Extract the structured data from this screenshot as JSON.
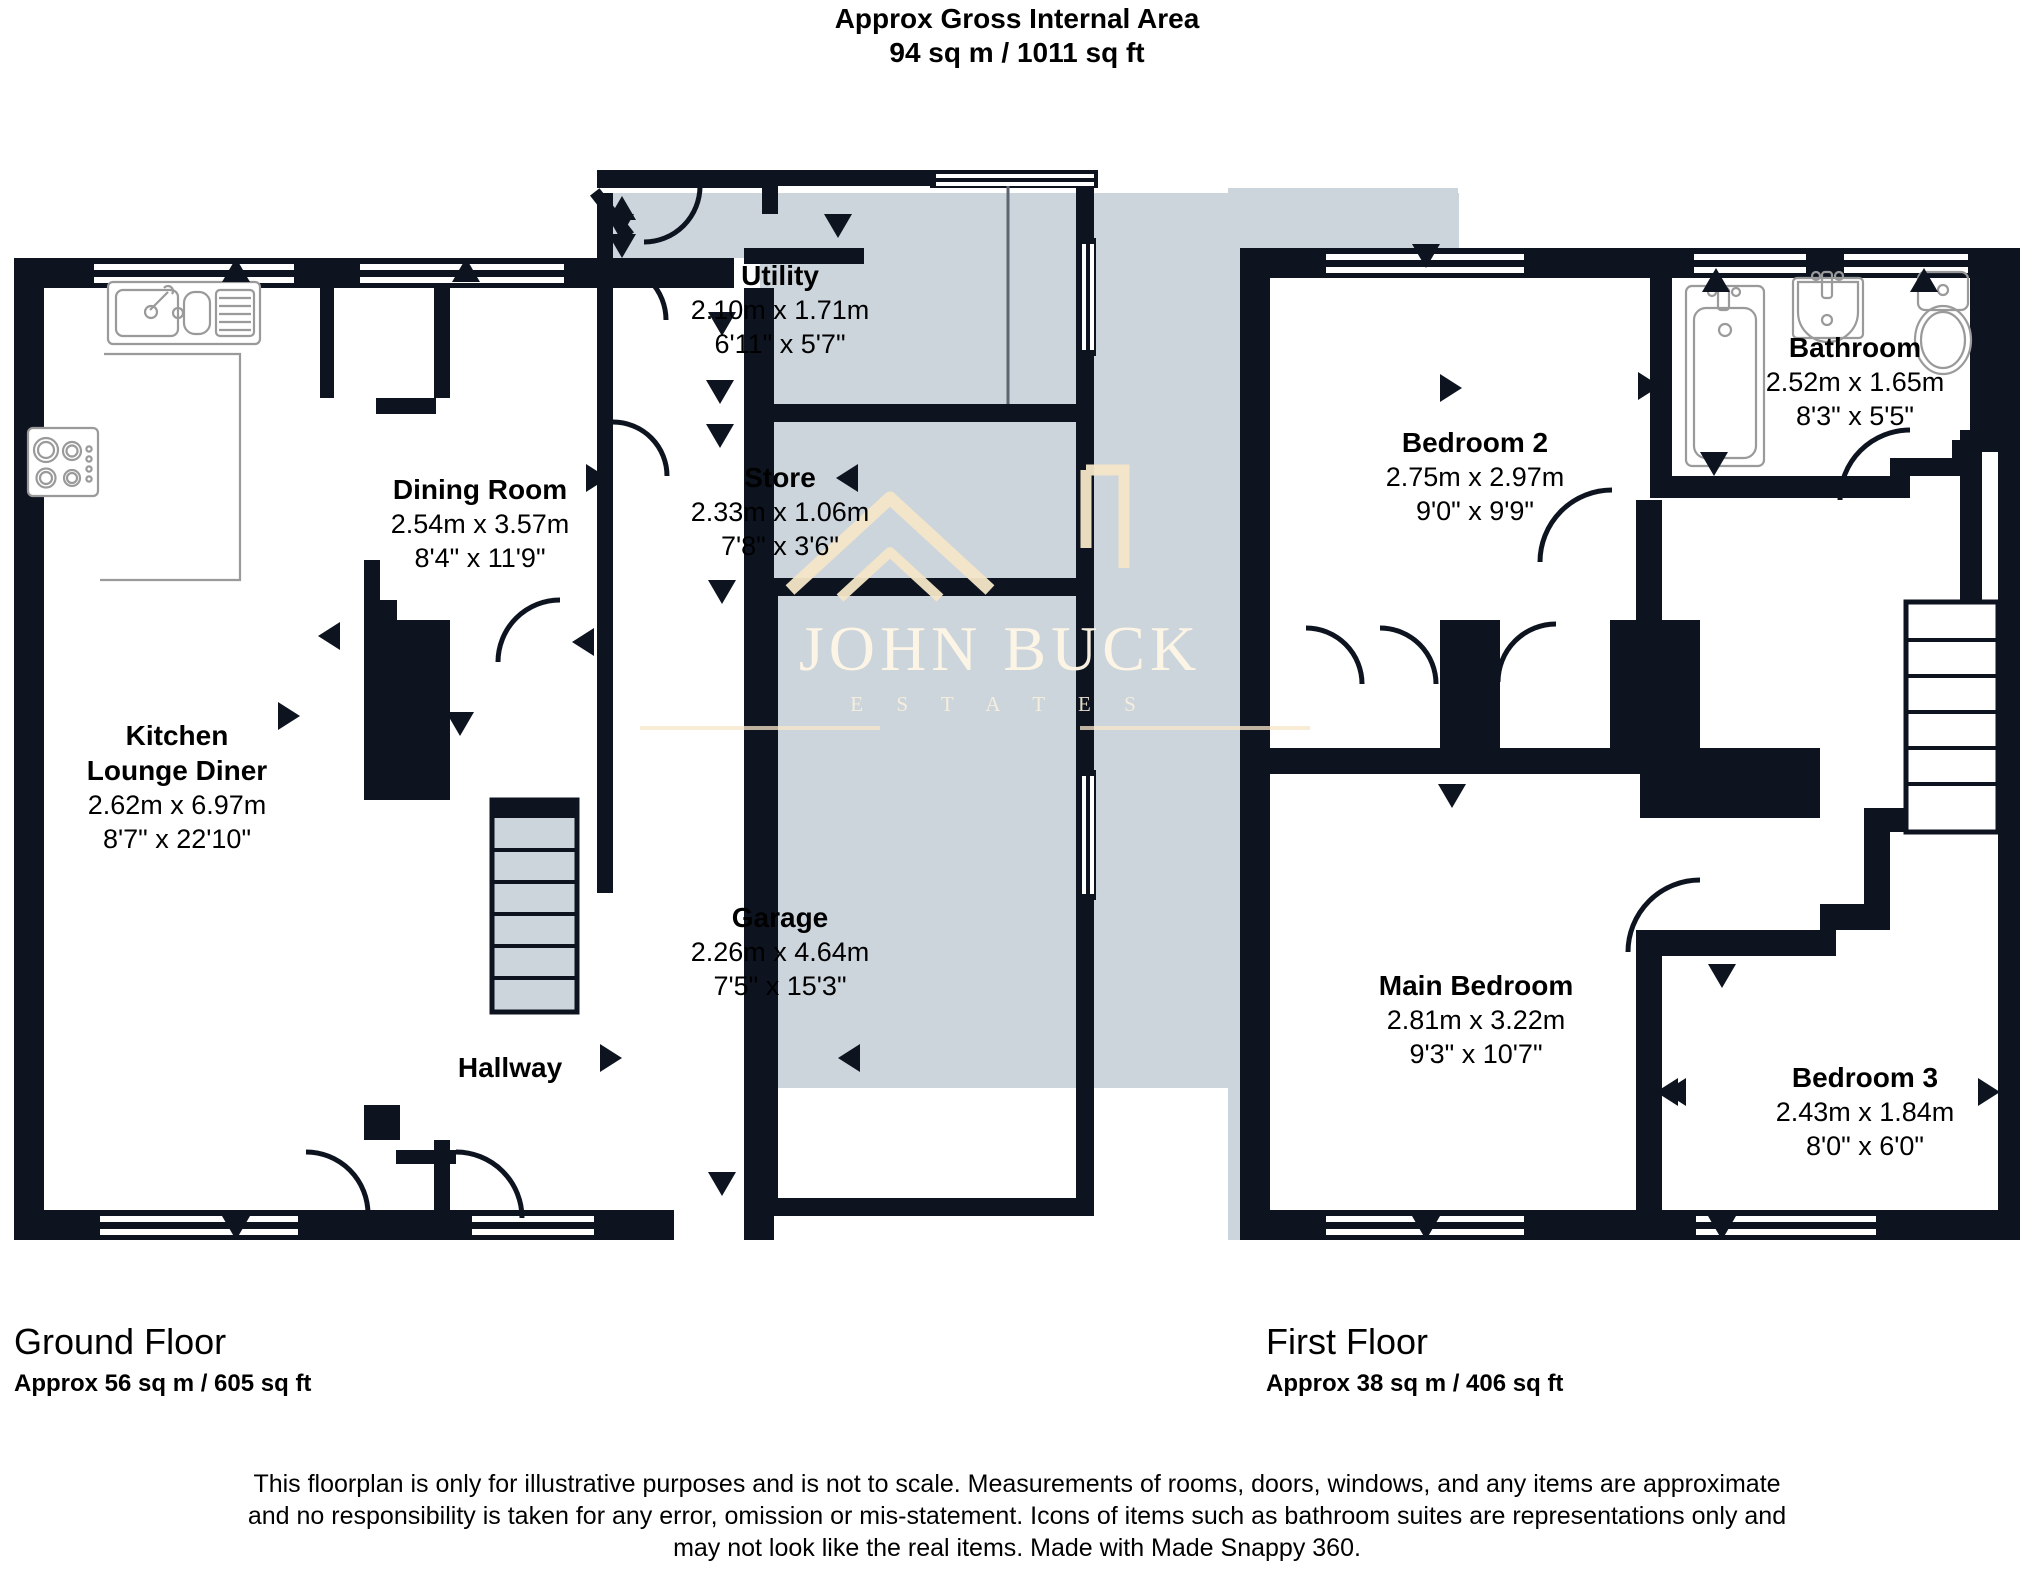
{
  "header": {
    "line1": "Approx Gross Internal Area",
    "line2": "94 sq m / 1011 sq ft"
  },
  "watermark": {
    "brand": "JOHN BUCK",
    "tagline": "E S T A T E S",
    "roof_color": "#f5e6c8"
  },
  "colors": {
    "wall": "#0d1420",
    "room_fill_shaded": "#ccd4dc",
    "room_fill_plain": "#ffffff",
    "fixture_stroke": "#9a9a9a",
    "text": "#000000"
  },
  "ground_floor": {
    "caption_title": "Ground Floor",
    "caption_area": "Approx 56 sq m / 605 sq ft",
    "rooms": [
      {
        "id": "kitchen-lounge-diner",
        "name_line1": "Kitchen",
        "name_line2": "Lounge Diner",
        "dim_metric": "2.62m x 6.97m",
        "dim_imperial": "8'7\" x 22'10\""
      },
      {
        "id": "dining-room",
        "name_line1": "Dining Room",
        "dim_metric": "2.54m x 3.57m",
        "dim_imperial": "8'4\" x 11'9\""
      },
      {
        "id": "utility",
        "name_line1": "Utility",
        "dim_metric": "2.10m x 1.71m",
        "dim_imperial": "6'11\" x 5'7\""
      },
      {
        "id": "store",
        "name_line1": "Store",
        "dim_metric": "2.33m x 1.06m",
        "dim_imperial": "7'8\" x 3'6\""
      },
      {
        "id": "garage",
        "name_line1": "Garage",
        "dim_metric": "2.26m x 4.64m",
        "dim_imperial": "7'5\" x 15'3\""
      },
      {
        "id": "hallway",
        "name_line1": "Hallway",
        "dim_metric": "",
        "dim_imperial": ""
      }
    ],
    "fixtures": [
      "kitchen-sink-icon",
      "hob-icon",
      "staircase-icon"
    ]
  },
  "first_floor": {
    "caption_title": "First Floor",
    "caption_area": "Approx 38 sq m / 406 sq ft",
    "rooms": [
      {
        "id": "bedroom-2",
        "name_line1": "Bedroom 2",
        "dim_metric": "2.75m x 2.97m",
        "dim_imperial": "9'0\" x 9'9\""
      },
      {
        "id": "bathroom",
        "name_line1": "Bathroom",
        "dim_metric": "2.52m x 1.65m",
        "dim_imperial": "8'3\" x 5'5\""
      },
      {
        "id": "main-bedroom",
        "name_line1": "Main Bedroom",
        "dim_metric": "2.81m x 3.22m",
        "dim_imperial": "9'3\" x 10'7\""
      },
      {
        "id": "bedroom-3",
        "name_line1": "Bedroom 3",
        "dim_metric": "2.43m x 1.84m",
        "dim_imperial": "8'0\" x 6'0\""
      }
    ],
    "fixtures": [
      "bathtub-icon",
      "washbasin-icon",
      "toilet-icon",
      "staircase-icon"
    ]
  },
  "disclaimer": {
    "line1": "This floorplan is only for illustrative purposes and is not to scale. Measurements of rooms, doors, windows, and any items are approximate",
    "line2": "and no responsibility is taken for any error, omission or mis-statement. Icons of items such as bathroom suites are representations only and",
    "line3": "may not look like the real items. Made with Made Snappy 360."
  }
}
